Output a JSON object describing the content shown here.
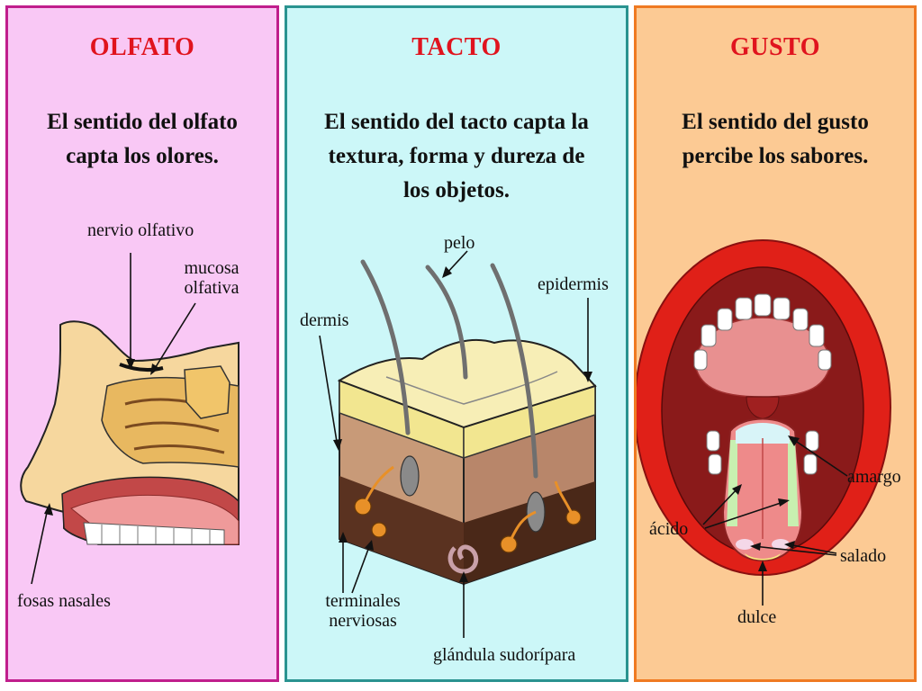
{
  "colors": {
    "title": "#e0141e",
    "text": "#111111",
    "olfato_bg": "#f9c8f5",
    "olfato_border": "#c01e8c",
    "tacto_bg": "#ccf7f8",
    "tacto_border": "#2a9390",
    "gusto_bg": "#fcca94",
    "gusto_border": "#ef7a22",
    "skin": "#f6d79e",
    "mouth_red": "#e02018",
    "tongue_pink": "#ee8a8a"
  },
  "panels": [
    {
      "title": "OLFATO",
      "description": "El sentido del olfato capta los olores.",
      "labels": [
        "nervio olfativo",
        "mucosa olfativa",
        "fosas nasales"
      ],
      "illustration_icon": "nose-cross-section-icon"
    },
    {
      "title": "TACTO",
      "description": "El sentido del tacto capta la textura, forma y dureza de los objetos.",
      "labels": [
        "pelo",
        "epidermis",
        "dermis",
        "terminales nerviosas",
        "glándula sudorípara"
      ],
      "illustration_icon": "skin-layers-icon"
    },
    {
      "title": "GUSTO",
      "description": "El sentido del gusto percibe los sabores.",
      "labels": [
        "amargo",
        "ácido",
        "salado",
        "dulce"
      ],
      "illustration_icon": "open-mouth-tongue-icon"
    }
  ]
}
